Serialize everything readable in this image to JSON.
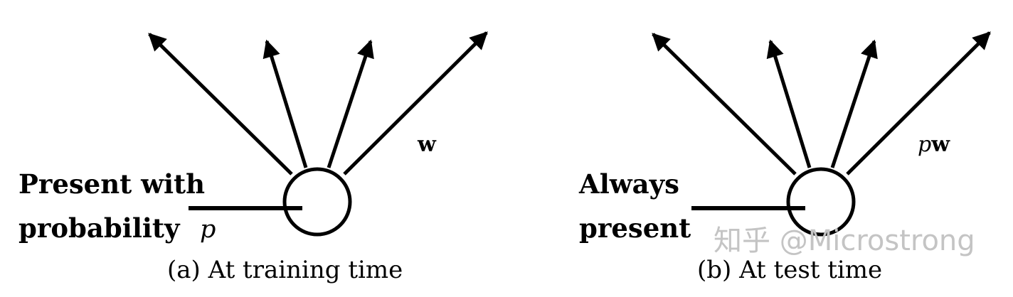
{
  "panel_a": {
    "label_line1": "Present with",
    "label_line2": "probability",
    "label_var": "p",
    "weight": "w",
    "caption": "(a) At training time"
  },
  "panel_b": {
    "label_line1": "Always",
    "label_line2": "present",
    "weight_prefix": "p",
    "weight": "w",
    "caption": "(b) At test time"
  },
  "watermark": "知乎 @Microstrong"
}
